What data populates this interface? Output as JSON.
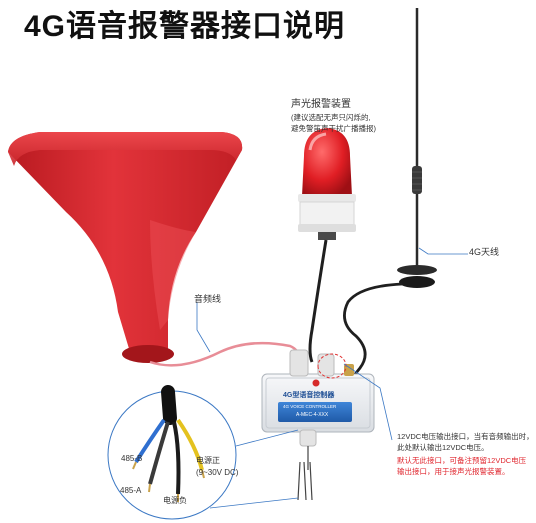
{
  "title": "4G语音报警器接口说明",
  "labels": {
    "strobe_title": "声光报警装置",
    "strobe_note1": "(建议选配无声只闪烁的,",
    "strobe_note2": "避免警笛声干扰广播播报)",
    "antenna": "4G天线",
    "audio_line": "音频线",
    "device_name": "4G型语音控制器",
    "device_sub": "4G VOICE CONTROLLER",
    "device_model": "A-MEC-4-XXX",
    "wire_485b": "485-B",
    "wire_485a": "485-A",
    "power_pos": "电源正",
    "power_range": "(9~30V DC)",
    "power_neg": "电源负"
  },
  "notes": {
    "line1": "12VDC电压输出接口，当有音频输出时，",
    "line2": "此处默认输出12VDC电压。",
    "line3": "默认无此接口，可备注预留12VDC电压",
    "line4": "输出接口，用于接声光报警装置。"
  },
  "colors": {
    "horn_red": "#d9252b",
    "note_red": "#e0262e",
    "callout_blue": "#3b78c4",
    "callout_red": "#e03030"
  }
}
